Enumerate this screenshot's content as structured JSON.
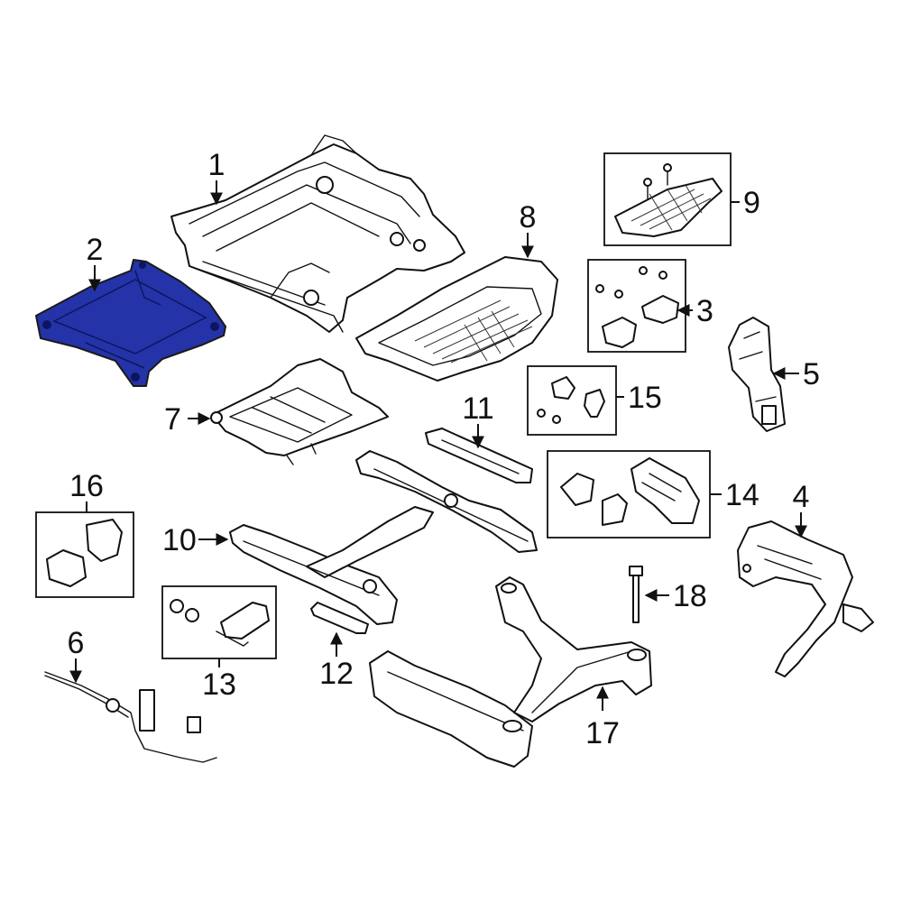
{
  "diagram": {
    "highlight_color": "#2433a8",
    "callouts": [
      {
        "id": "c1",
        "label": "1"
      },
      {
        "id": "c2",
        "label": "2",
        "highlighted": true
      },
      {
        "id": "c3",
        "label": "3"
      },
      {
        "id": "c4",
        "label": "4"
      },
      {
        "id": "c5",
        "label": "5"
      },
      {
        "id": "c6",
        "label": "6"
      },
      {
        "id": "c7",
        "label": "7"
      },
      {
        "id": "c8",
        "label": "8"
      },
      {
        "id": "c9",
        "label": "9"
      },
      {
        "id": "c10",
        "label": "10"
      },
      {
        "id": "c11",
        "label": "11"
      },
      {
        "id": "c12",
        "label": "12"
      },
      {
        "id": "c13",
        "label": "13"
      },
      {
        "id": "c14",
        "label": "14"
      },
      {
        "id": "c15",
        "label": "15"
      },
      {
        "id": "c16",
        "label": "16"
      },
      {
        "id": "c17",
        "label": "17"
      },
      {
        "id": "c18",
        "label": "18"
      }
    ]
  }
}
